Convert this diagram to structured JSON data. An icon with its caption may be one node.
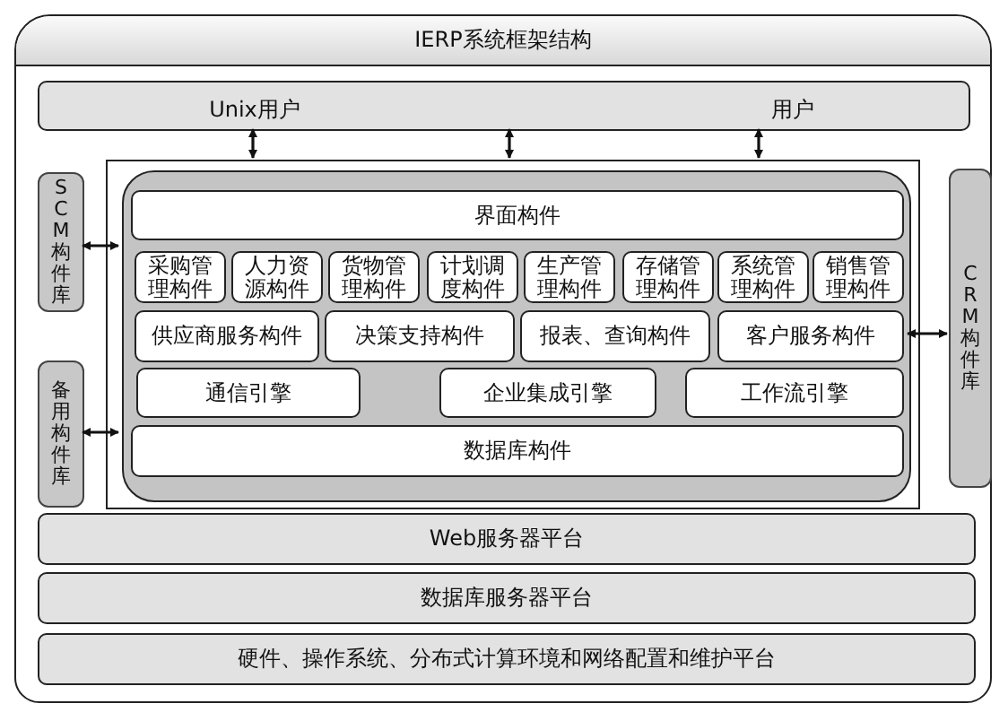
{
  "diagram": {
    "nodes": [
      {
        "text": [
          "IERP系统框架结构"
        ]
      },
      {
        "text": [
          "Unix用户",
          "用户"
        ],
        "in": 0
      },
      {
        "text": [
          "SCM构件库"
        ],
        "in": 0
      },
      {
        "text": [
          "备用构件库"
        ],
        "in": 0
      },
      {
        "text": [],
        "shape": "box",
        "in": 0
      },
      {
        "text": [],
        "shape": "box",
        "in": 4
      },
      {
        "text": [
          "界面构件"
        ],
        "in": 5
      },
      {
        "text": [
          "采购管理构件"
        ],
        "in": 5
      },
      {
        "text": [
          "人力资源构件"
        ],
        "in": 5
      },
      {
        "text": [
          "货物管理构件"
        ],
        "in": 5
      },
      {
        "text": [
          "计划调度构件"
        ],
        "in": 5
      },
      {
        "text": [
          "生产管理构件"
        ],
        "in": 5
      },
      {
        "text": [
          "存储管理构件"
        ],
        "in": 5
      },
      {
        "text": [
          "系统管理构件"
        ],
        "in": 5
      },
      {
        "text": [
          "销售管理构件"
        ],
        "in": 5
      },
      {
        "text": [
          "供应商服务构件"
        ],
        "in": 5
      },
      {
        "text": [
          "决策支持构件"
        ],
        "in": 5
      },
      {
        "text": [
          "报表、查询构件"
        ],
        "in": 5
      },
      {
        "text": [
          "客户服务构件"
        ],
        "in": 5
      },
      {
        "text": [
          "通信引擎"
        ],
        "in": 5
      },
      {
        "text": [
          "企业集成引擎"
        ],
        "in": 5
      },
      {
        "text": [
          "工作流引擎"
        ],
        "in": 5
      },
      {
        "text": [
          "数据库构件"
        ],
        "in": 5
      },
      {
        "text": [
          "CRM构件库"
        ],
        "in": 0
      },
      {
        "text": [
          "Web服务器平台"
        ],
        "in": 0
      },
      {
        "text": [
          "数据库服务器平台"
        ],
        "in": 0
      },
      {
        "text": [
          "硬件、操作系统、分布式计算环境和网络配置和维护平台"
        ],
        "in": 0
      }
    ],
    "edges": [
      {
        "from": 1,
        "to": 4,
        "arrow": "both"
      },
      {
        "from": 1,
        "to": 4,
        "arrow": "both"
      },
      {
        "from": 1,
        "to": 4,
        "arrow": "both"
      },
      {
        "from": 2,
        "to": 5,
        "arrow": "both"
      },
      {
        "from": 3,
        "to": 5,
        "arrow": "both"
      },
      {
        "from": 5,
        "to": 23,
        "arrow": "both"
      }
    ]
  }
}
